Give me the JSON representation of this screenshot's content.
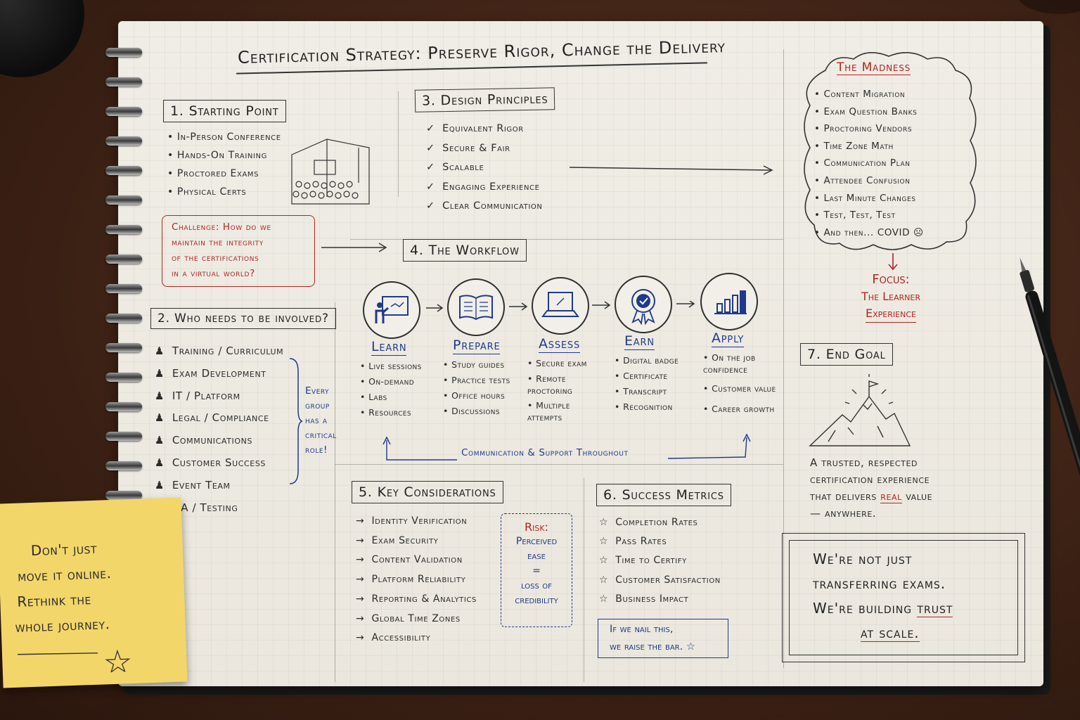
{
  "title": "Certification Strategy: Preserve Rigor, Change the Delivery",
  "section1": {
    "heading": "1. Starting Point",
    "items": [
      "In-Person Conference",
      "Hands-On Training",
      "Proctored Exams",
      "Physical Certs"
    ]
  },
  "challenge": [
    "Challenge: How do we",
    "maintain the integrity",
    "of the certifications",
    "in a virtual world?"
  ],
  "section2": {
    "heading": "2. Who needs to be involved?",
    "items": [
      "Training / Curriculum",
      "Exam Development",
      "IT / Platform",
      "Legal / Compliance",
      "Communications",
      "Customer Success",
      "Event Team",
      "QA / Testing"
    ],
    "note": [
      "Every",
      "group",
      "has a",
      "critical",
      "role!"
    ]
  },
  "section3": {
    "heading": "3. Design Principles",
    "items": [
      "Equivalent Rigor",
      "Secure & Fair",
      "Scalable",
      "Engaging Experience",
      "Clear Communication"
    ]
  },
  "section4": {
    "heading": "4. The Workflow",
    "steps": [
      {
        "title": "Learn",
        "icon": "presentation-icon",
        "items": [
          "Live sessions",
          "On-demand",
          "Labs",
          "Resources"
        ]
      },
      {
        "title": "Prepare",
        "icon": "book-icon",
        "items": [
          "Study guides",
          "Practice tests",
          "Office hours",
          "Discussions"
        ]
      },
      {
        "title": "Assess",
        "icon": "laptop-icon",
        "items": [
          "Secure exam",
          "Remote proctoring",
          "Multiple attempts"
        ]
      },
      {
        "title": "Earn",
        "icon": "badge-icon",
        "items": [
          "Digital badge",
          "Certificate",
          "Transcript",
          "Recognition"
        ]
      },
      {
        "title": "Apply",
        "icon": "bar-chart-icon",
        "items": [
          "On the job confidence",
          "Customer value",
          "Career growth"
        ]
      }
    ],
    "support": "Communication & Support Throughout"
  },
  "section5": {
    "heading": "5. Key Considerations",
    "items": [
      "Identity Verification",
      "Exam Security",
      "Content Validation",
      "Platform Reliability",
      "Reporting & Analytics",
      "Global Time Zones",
      "Accessibility"
    ],
    "risk": [
      "Risk:",
      "Perceived",
      "ease",
      "=",
      "loss of",
      "credibility"
    ]
  },
  "section6": {
    "heading": "6. Success Metrics",
    "items": [
      "Completion Rates",
      "Pass Rates",
      "Time to Certify",
      "Customer Satisfaction",
      "Business Impact"
    ],
    "callout": [
      "If we nail this,",
      "we raise the bar."
    ]
  },
  "madness": {
    "heading": "The Madness",
    "items": [
      "Content Migration",
      "Exam Question Banks",
      "Proctoring Vendors",
      "Time Zone Math",
      "Communication Plan",
      "Attendee Confusion",
      "Last Minute Changes",
      "Test, Test, Test",
      "And then... COVID"
    ]
  },
  "focus": {
    "label": "Focus:",
    "lines": [
      "The Learner",
      "Experience"
    ]
  },
  "section7": {
    "heading": "7. End Goal",
    "text": [
      "A trusted, respected",
      "certification experience",
      "that delivers",
      "real",
      "value",
      "— anywhere."
    ]
  },
  "closing": {
    "lines": [
      "We're not just",
      "transferring exams.",
      "We're building",
      "trust",
      "at scale."
    ]
  },
  "sticky": {
    "lines": [
      "Don't just",
      "move it online.",
      "Rethink the",
      "whole journey."
    ]
  },
  "colors": {
    "red": "#b0261f",
    "blue": "#1f3a8a",
    "ink": "#2b2b2b",
    "paper": "#ede9e0",
    "sticky": "#f3d66a"
  }
}
